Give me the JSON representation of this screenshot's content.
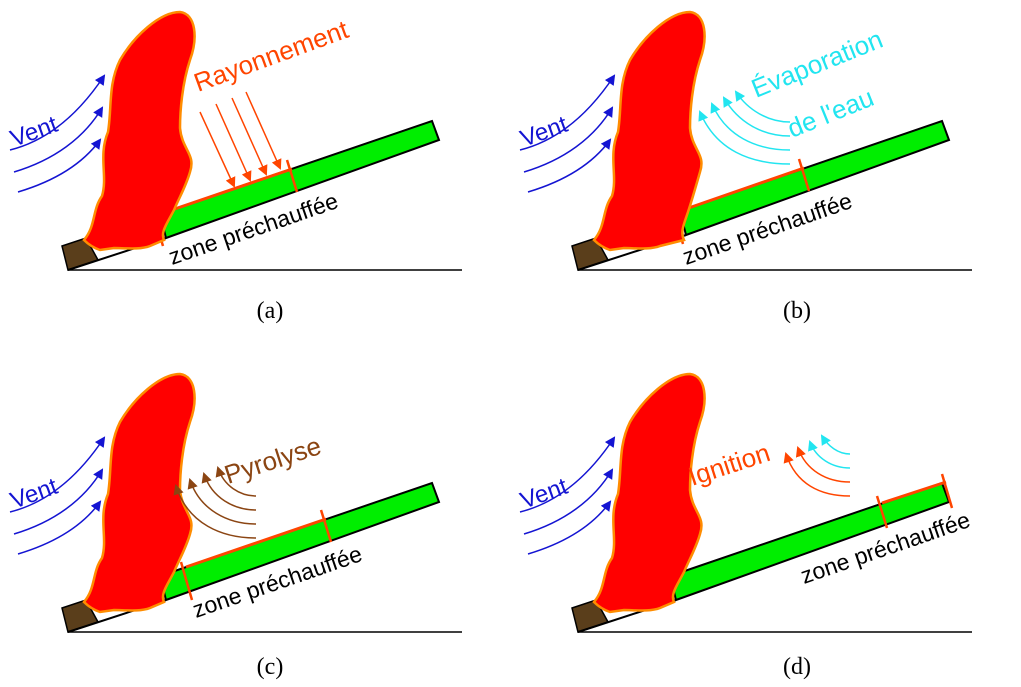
{
  "panels": [
    {
      "id": "a",
      "caption": "(a)",
      "wind_label": "Vent",
      "zone_label": "zone préchauffée",
      "process_lines": [
        "Rayonnement"
      ],
      "process_color": "#ff4500",
      "arrow_type": "radiation"
    },
    {
      "id": "b",
      "caption": "(b)",
      "wind_label": "Vent",
      "zone_label": "zone préchauffée",
      "process_lines": [
        "Évaporation",
        "de l'eau"
      ],
      "process_color": "#22e5f0",
      "arrow_type": "curved"
    },
    {
      "id": "c",
      "caption": "(c)",
      "wind_label": "Vent",
      "zone_label": "zone préchauffée",
      "process_lines": [
        "Pyrolyse"
      ],
      "process_color": "#8b4513",
      "arrow_type": "curved"
    },
    {
      "id": "d",
      "caption": "(d)",
      "wind_label": "Vent",
      "zone_label": "zone préchauffée",
      "process_lines": [
        "Ignition"
      ],
      "process_color": "#ff4500",
      "arrow_type": "ignition"
    }
  ],
  "colors": {
    "flame": "#ff0000",
    "flame_edge": "#ff8c00",
    "fuel": "#00ee00",
    "heated_edge": "#ff4500",
    "wind": "#1414d2",
    "burnt": "#5a3e1b",
    "ground": "#000000",
    "text": "#000000"
  }
}
